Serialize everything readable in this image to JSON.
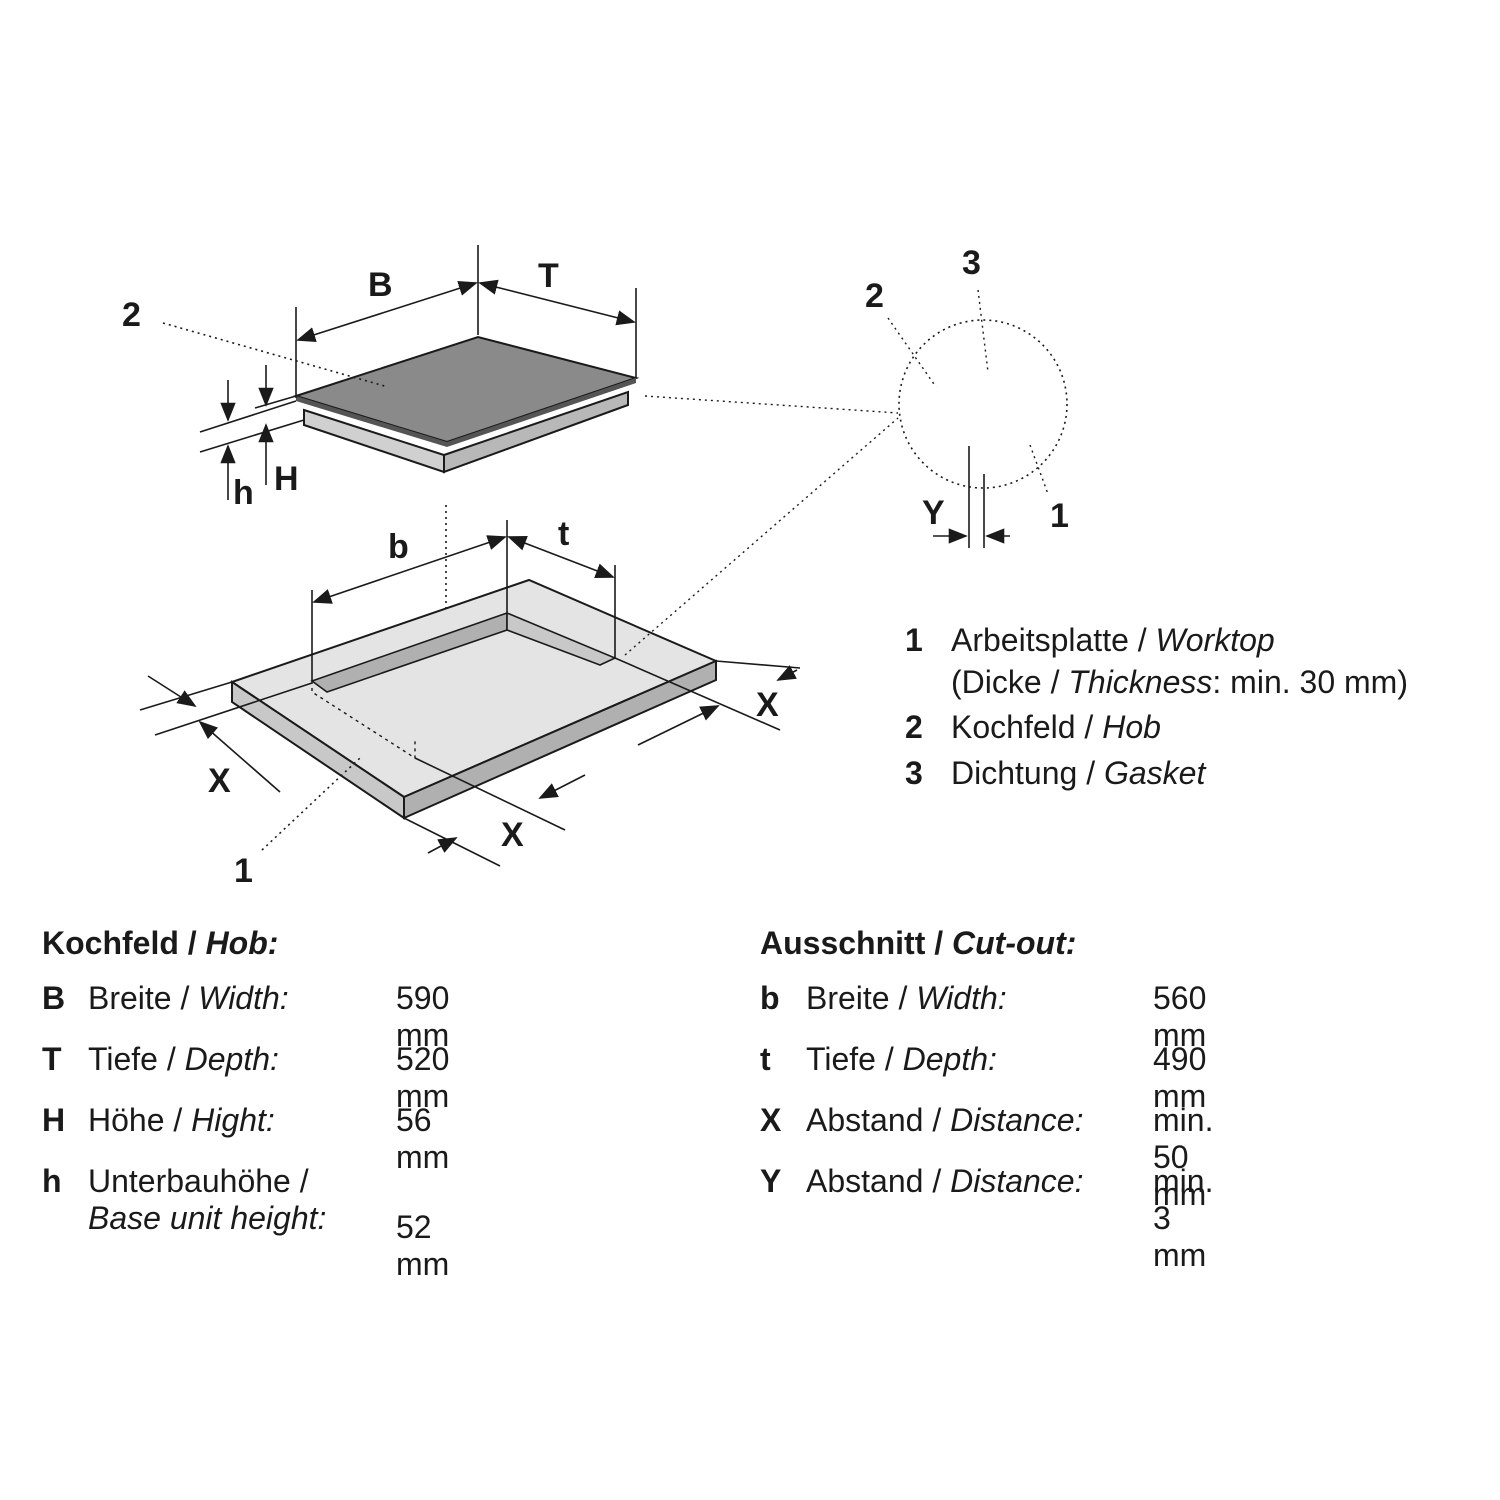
{
  "diagram": {
    "labels": {
      "B": "B",
      "T": "T",
      "H": "H",
      "h": "h",
      "b": "b",
      "t": "t",
      "X_left": "X",
      "X_right": "X",
      "X_bottom": "X",
      "Y": "Y",
      "callout_2_hob": "2",
      "callout_1_worktop": "1",
      "detail_1": "1",
      "detail_2": "2",
      "detail_3": "3"
    }
  },
  "legend": {
    "items": [
      {
        "num": "1",
        "text_de": "Arbeitsplatte / ",
        "text_en": "Worktop",
        "line2_a": "(Dicke / ",
        "line2_it": "Thickness",
        "line2_b": ": min. 30 mm)"
      },
      {
        "num": "2",
        "text_de": "Kochfeld / ",
        "text_en": "Hob"
      },
      {
        "num": "3",
        "text_de": "Dichtung / ",
        "text_en": "Gasket"
      }
    ]
  },
  "hob_table": {
    "title_de": "Kochfeld / ",
    "title_en": "Hob:",
    "rows": [
      {
        "sym": "B",
        "de": "Breite / ",
        "en": "Width:",
        "value": "590 mm"
      },
      {
        "sym": "T",
        "de": "Tiefe / ",
        "en": "Depth:",
        "value": "520 mm"
      },
      {
        "sym": "H",
        "de": "Höhe / ",
        "en": "Hight:",
        "value": "56 mm"
      },
      {
        "sym": "h",
        "de": "Unterbauhöhe /",
        "en": "Base unit height:",
        "value": "52 mm"
      }
    ]
  },
  "cutout_table": {
    "title_de": "Ausschnitt / ",
    "title_en": "Cut-out:",
    "rows": [
      {
        "sym": "b",
        "de": "Breite / ",
        "en": "Width:",
        "value": "560 mm"
      },
      {
        "sym": "t",
        "de": "Tiefe / ",
        "en": "Depth:",
        "value": "490 mm"
      },
      {
        "sym": "X",
        "de": "Abstand / ",
        "en": "Distance:",
        "value": "min. 50 mm"
      },
      {
        "sym": "Y",
        "de": "Abstand / ",
        "en": "Distance:",
        "value": "min. 3 mm"
      }
    ]
  }
}
